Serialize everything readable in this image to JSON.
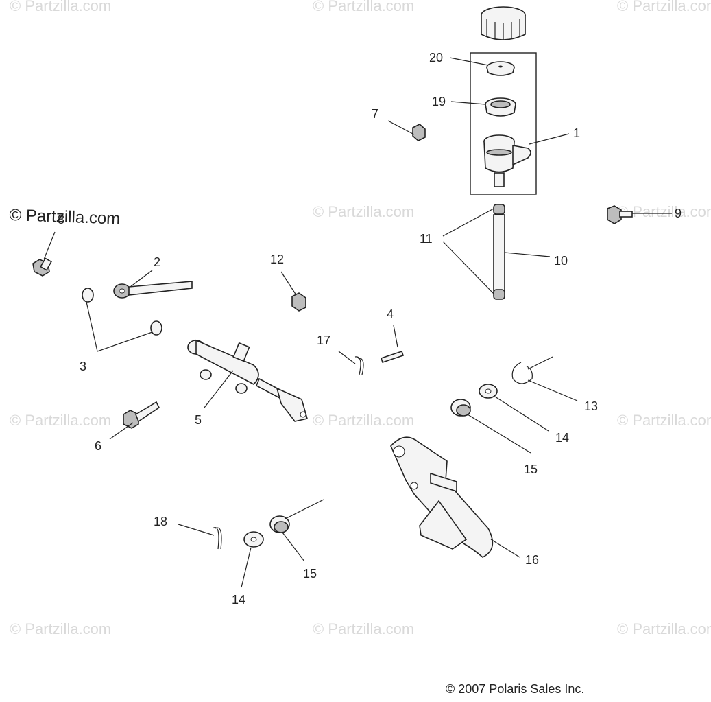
{
  "watermark": "© Partzilla.com",
  "watermark_primary": "© Partzilla.com",
  "copyright": "© 2007 Polaris Sales Inc.",
  "callouts": [
    {
      "id": "20",
      "label": "20"
    },
    {
      "id": "19",
      "label": "19"
    },
    {
      "id": "7",
      "label": "7"
    },
    {
      "id": "1",
      "label": "1"
    },
    {
      "id": "9",
      "label": "9"
    },
    {
      "id": "8",
      "label": "8"
    },
    {
      "id": "11",
      "label": "11"
    },
    {
      "id": "10",
      "label": "10"
    },
    {
      "id": "2",
      "label": "2"
    },
    {
      "id": "12",
      "label": "12"
    },
    {
      "id": "3",
      "label": "3"
    },
    {
      "id": "4",
      "label": "4"
    },
    {
      "id": "17",
      "label": "17"
    },
    {
      "id": "13",
      "label": "13"
    },
    {
      "id": "5",
      "label": "5"
    },
    {
      "id": "6",
      "label": "6"
    },
    {
      "id": "14a",
      "label": "14"
    },
    {
      "id": "15a",
      "label": "15"
    },
    {
      "id": "18",
      "label": "18"
    },
    {
      "id": "16",
      "label": "16"
    },
    {
      "id": "15b",
      "label": "15"
    },
    {
      "id": "14b",
      "label": "14"
    }
  ]
}
